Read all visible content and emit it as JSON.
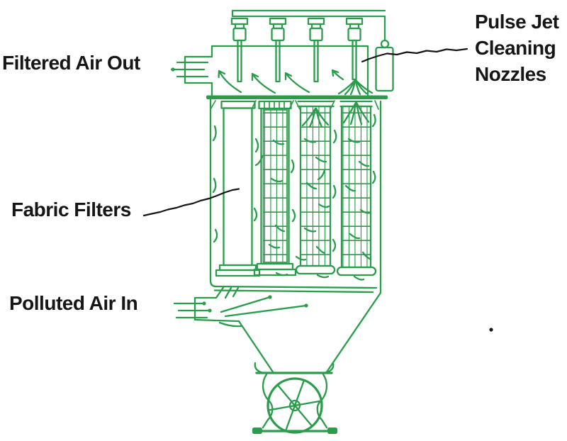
{
  "labels": {
    "filtered_air_out": "Filtered Air Out",
    "pulse_jet": {
      "line1": "Pulse Jet",
      "line2": "Cleaning",
      "line3": "Nozzles"
    },
    "fabric_filters": "Fabric Filters",
    "polluted_air_in": "Polluted Air In"
  },
  "colors": {
    "diagram_green": "#2a9c4c",
    "label_ink": "#161616",
    "background": "#ffffff"
  }
}
